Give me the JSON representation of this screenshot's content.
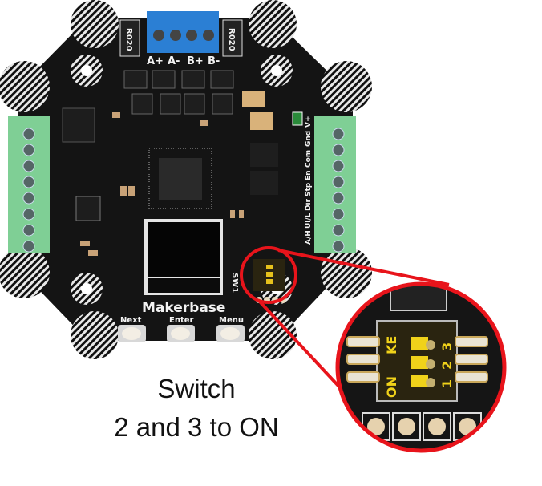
{
  "board": {
    "brand": "Makerbase",
    "resistor_labels": [
      "R020",
      "R020"
    ],
    "motor_terminal_labels": [
      "A+",
      "A-",
      "B+",
      "B-"
    ],
    "signal_terminal_labels": [
      "A/H",
      "Ul/L",
      "Dir",
      "Stp",
      "En",
      "Com",
      "Gnd",
      "V+"
    ],
    "switch_ref": "SW1",
    "button_labels": [
      "Next",
      "Enter",
      "Menu"
    ],
    "dip_switch": {
      "on_label": "ON",
      "brand_label": "KE",
      "positions": [
        "1",
        "2",
        "3"
      ]
    }
  },
  "callout": {
    "color": "#e8141b"
  },
  "caption": {
    "line1": "Switch",
    "line2": "2 and 3 to ON"
  }
}
